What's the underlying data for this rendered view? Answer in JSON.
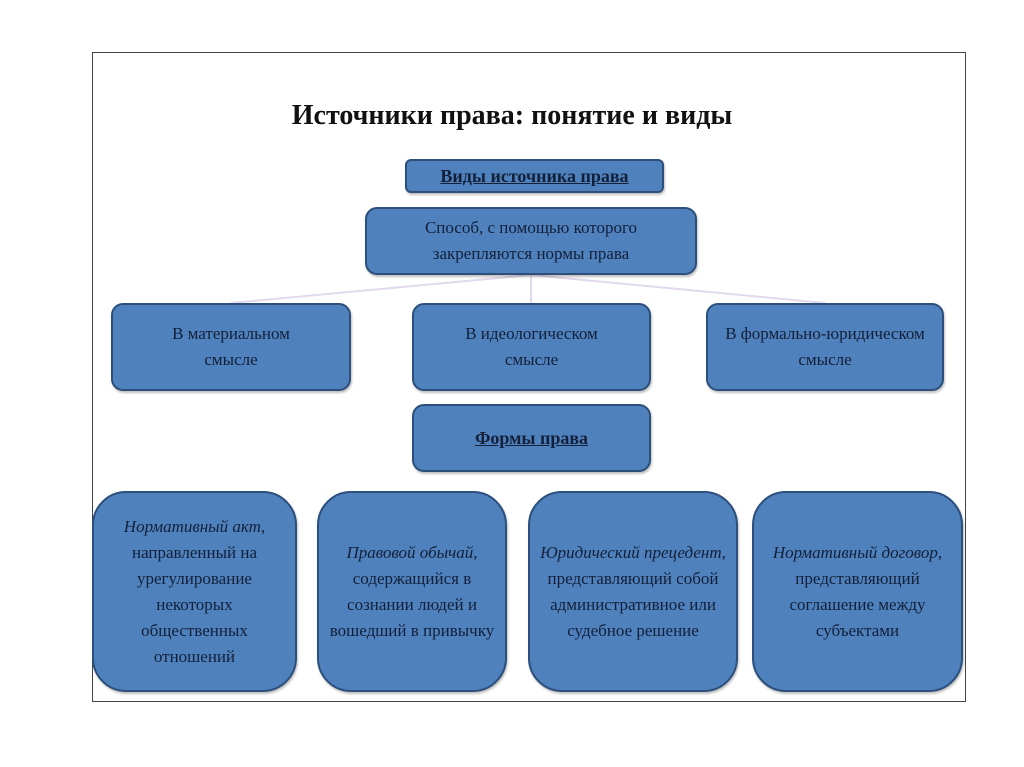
{
  "title": "Источники права: понятие и виды",
  "kinds_header": "Виды источника права",
  "definition": "Способ, с помощью которого закрепляются нормы права",
  "meanings": [
    "В материальном смысле",
    "В идеологическом смысле",
    "В формально-юридическом смысле"
  ],
  "forms_header": "Формы права",
  "forms": [
    {
      "term": "Нормативный акт",
      "desc": ", направленный на урегулирование некоторых общественных отношений"
    },
    {
      "term": "Правовой обычай",
      "desc": ", содержащийся в сознании людей и вошедший в привычку"
    },
    {
      "term": "Юридический прецедент",
      "desc": ", представляющий собой административное или судебное решение"
    },
    {
      "term": "Нормативный договор",
      "desc": ", представляющий соглашение между субъектами"
    }
  ],
  "colors": {
    "box_fill": "#4f81bd",
    "box_border": "#2c4f7c",
    "connector": "#e3d9ee"
  }
}
